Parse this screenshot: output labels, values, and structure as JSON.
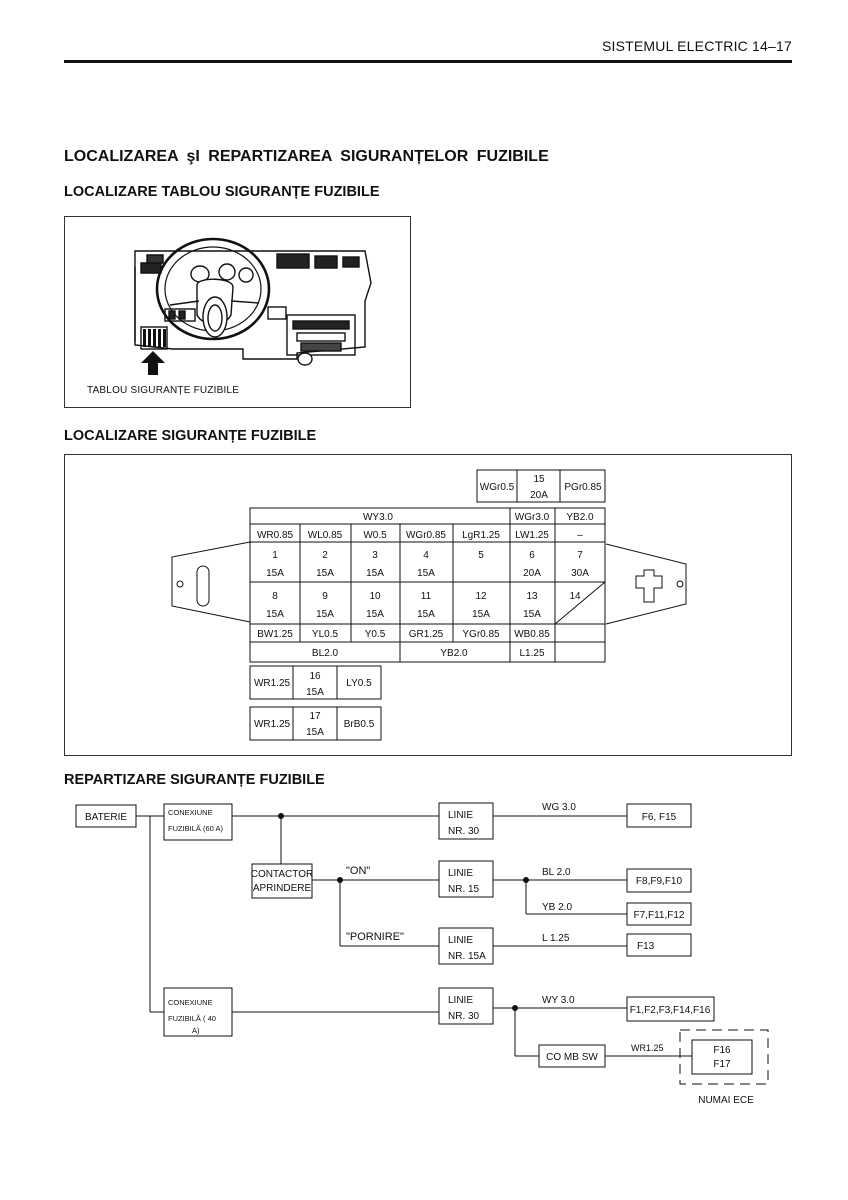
{
  "header": {
    "text": "SISTEMUL ELECTRIC  14–17"
  },
  "main_title": "LOCALIZAREA şI REPARTIZAREA SIGURANȚELOR FUZIBILE",
  "section1": {
    "title": "LOCALIZARE TABLOU SIGURANȚE FUZIBILE",
    "caption": "TABLOU SIGURANȚE FUZIBILE"
  },
  "section2": {
    "title": "LOCALIZARE SIGURANȚE FUZIBILE",
    "top_box": {
      "left": "WGr0.5",
      "fuse_num": "15",
      "fuse_amp": "20A",
      "right": "PGr0.85"
    },
    "row_wy": {
      "wy": "WY3.0",
      "wgr": "WGr3.0",
      "yb": "YB2.0"
    },
    "wire_top": [
      "WR0.85",
      "WL0.85",
      "W0.5",
      "WGr0.85",
      "LgR1.25",
      "LW1.25",
      "–"
    ],
    "fuses_row1": [
      {
        "num": "1",
        "amp": "15A"
      },
      {
        "num": "2",
        "amp": "15A"
      },
      {
        "num": "3",
        "amp": "15A"
      },
      {
        "num": "4",
        "amp": "15A"
      },
      {
        "num": "5",
        "amp": ""
      },
      {
        "num": "6",
        "amp": "20A"
      },
      {
        "num": "7",
        "amp": "30A"
      }
    ],
    "fuses_row2": [
      {
        "num": "8",
        "amp": "15A"
      },
      {
        "num": "9",
        "amp": "15A"
      },
      {
        "num": "10",
        "amp": "15A"
      },
      {
        "num": "11",
        "amp": "15A"
      },
      {
        "num": "12",
        "amp": "15A"
      },
      {
        "num": "13",
        "amp": "15A"
      },
      {
        "num": "14",
        "amp": ""
      }
    ],
    "wire_bottom": [
      "BW1.25",
      "YL0.5",
      "Y0.5",
      "GR1.25",
      "YGr0.85",
      "WB0.85",
      ""
    ],
    "row_bottom": {
      "bl": "BL2.0",
      "yb": "YB2.0",
      "l": "L1.25"
    },
    "box16": {
      "left": "WR1.25",
      "num": "16",
      "amp": "15A",
      "right": "LY0.5"
    },
    "box17": {
      "left": "WR1.25",
      "num": "17",
      "amp": "15A",
      "right": "BrB0.5"
    }
  },
  "section3": {
    "title": "REPARTIZARE SIGURANȚE FUZIBILE",
    "bateria": "BATERIE",
    "conex1": [
      "CONEXIUNE",
      "FUZIBILĂ  (60 A)"
    ],
    "conex2": [
      "CONEXIUNE",
      "FUZIBILĂ    (  40",
      "A)"
    ],
    "contactor": [
      "CONTACTOR",
      "APRINDERE"
    ],
    "on_label": "\"ON\"",
    "pornire_label": "\"PORNIRE\"",
    "linie1": [
      "LINIE",
      "NR. 30"
    ],
    "linie2": [
      "LINIE",
      "NR. 15"
    ],
    "linie3": [
      "LINIE",
      "NR. 15A"
    ],
    "linie4": [
      "LINIE",
      "NR. 30"
    ],
    "wire_wg": "WG 3.0",
    "wire_bl": "BL 2.0",
    "wire_yb": "YB 2.0",
    "wire_l": "L 1.25",
    "wire_wy": "WY 3.0",
    "wire_wr": "WR1.25",
    "out_f6": "F6, F15",
    "out_f8": "F8,F9,F10",
    "out_f7": "F7,F11,F12",
    "out_f13": "F13",
    "out_f1": "F1,F2,F3,F14,F16",
    "combsw": "CO MB SW",
    "f16": "F16",
    "f17": "F17",
    "numai": "NUMAI   ECE"
  }
}
